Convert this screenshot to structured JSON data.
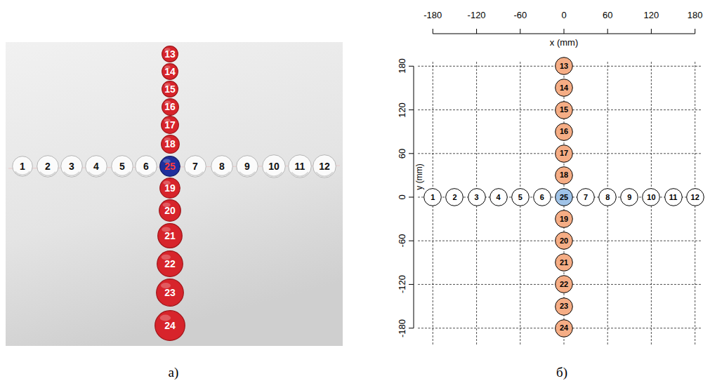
{
  "diagram": {
    "nodes": [
      {
        "text": [
          "13"
        ]
      },
      {
        "text": [
          "14"
        ]
      },
      {
        "text": [
          "15"
        ]
      },
      {
        "text": [
          "16"
        ]
      },
      {
        "text": [
          "17"
        ]
      },
      {
        "text": [
          "18"
        ]
      },
      {
        "text": [
          "1"
        ]
      },
      {
        "text": [
          "2"
        ]
      },
      {
        "text": [
          "3"
        ]
      },
      {
        "text": [
          "4"
        ]
      },
      {
        "text": [
          "5"
        ]
      },
      {
        "text": [
          "6"
        ]
      },
      {
        "text": [
          "25"
        ]
      },
      {
        "text": [
          "7"
        ]
      },
      {
        "text": [
          "8"
        ]
      },
      {
        "text": [
          "9"
        ]
      },
      {
        "text": [
          "10"
        ]
      },
      {
        "text": [
          "11"
        ]
      },
      {
        "text": [
          "12"
        ]
      },
      {
        "text": [
          "19"
        ]
      },
      {
        "text": [
          "20"
        ]
      },
      {
        "text": [
          "21"
        ]
      },
      {
        "text": [
          "22"
        ]
      },
      {
        "text": [
          "23"
        ]
      },
      {
        "text": [
          "24"
        ]
      },
      {
        "text": [
          "13"
        ]
      },
      {
        "text": [
          "14"
        ]
      },
      {
        "text": [
          "15"
        ]
      },
      {
        "text": [
          "16"
        ]
      },
      {
        "text": [
          "17"
        ]
      },
      {
        "text": [
          "18"
        ]
      },
      {
        "text": [
          "1"
        ]
      },
      {
        "text": [
          "2"
        ]
      },
      {
        "text": [
          "3"
        ]
      },
      {
        "text": [
          "4"
        ]
      },
      {
        "text": [
          "5"
        ]
      },
      {
        "text": [
          "6"
        ]
      },
      {
        "text": [
          "25"
        ]
      },
      {
        "text": [
          "7"
        ]
      },
      {
        "text": [
          "8"
        ]
      },
      {
        "text": [
          "9"
        ]
      },
      {
        "text": [
          "10"
        ]
      },
      {
        "text": [
          "11"
        ]
      },
      {
        "text": [
          "12"
        ]
      },
      {
        "text": [
          "19"
        ]
      },
      {
        "text": [
          "20"
        ]
      },
      {
        "text": [
          "21"
        ]
      },
      {
        "text": [
          "22"
        ]
      },
      {
        "text": [
          "23"
        ]
      },
      {
        "text": [
          "24"
        ]
      }
    ],
    "labels": [
      "-180",
      "-120",
      "-60",
      "0",
      "60",
      "120",
      "180",
      "x (mm)",
      "180",
      "120",
      "60",
      "0",
      "-60",
      "-120",
      "-180",
      "y (mm)",
      "а)",
      "б)"
    ]
  }
}
